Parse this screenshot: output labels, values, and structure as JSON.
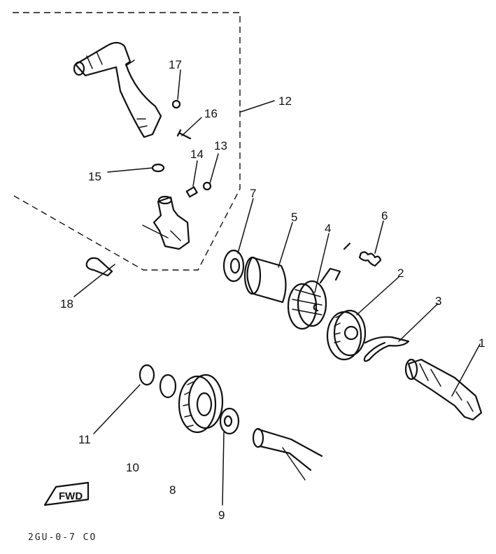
{
  "callouts": {
    "n1": "1",
    "n2": "2",
    "n3": "3",
    "n4": "4",
    "n5": "5",
    "n6": "6",
    "n7": "7",
    "n8": "8",
    "n9": "9",
    "n10": "10",
    "n11": "11",
    "n12": "12",
    "n13": "13",
    "n14": "14",
    "n15": "15",
    "n16": "16",
    "n17": "17",
    "n18": "18"
  },
  "fwd_label": "FWD",
  "drawing_code": "2GU-0-7 CO"
}
